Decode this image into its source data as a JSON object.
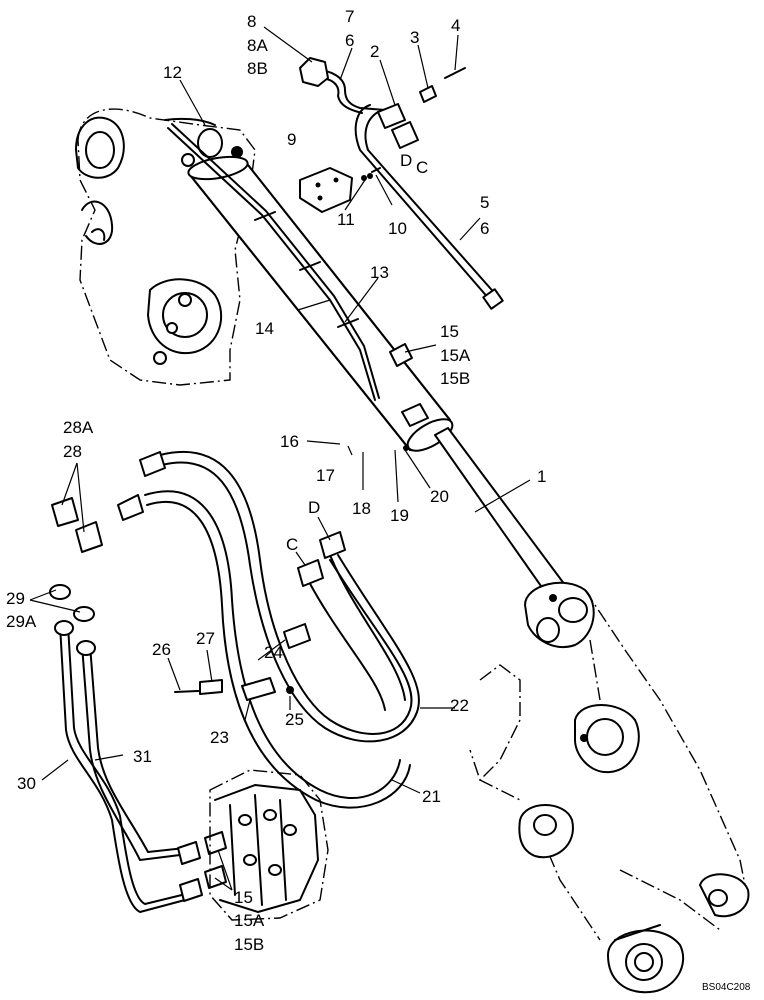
{
  "figure_ref": "BS04C208",
  "callouts": {
    "c1": "1",
    "c2": "2",
    "c3": "3",
    "c4": "4",
    "c5": "5",
    "c6a": "6",
    "c6b": "6",
    "c7": "7",
    "c8": "8",
    "c8A": "8A",
    "c8B": "8B",
    "c9": "9",
    "c10": "10",
    "c11": "11",
    "c12": "12",
    "c13": "13",
    "c14": "14",
    "c15a": "15",
    "c15Aa": "15A",
    "c15Ba": "15B",
    "c15b": "15",
    "c15Ab": "15A",
    "c15Bb": "15B",
    "c16": "16",
    "c17": "17",
    "c18": "18",
    "c19": "19",
    "c20": "20",
    "c21": "21",
    "c22": "22",
    "c23": "23",
    "c24": "24",
    "c25": "25",
    "c26": "26",
    "c27": "27",
    "c28A": "28A",
    "c28": "28",
    "c29": "29",
    "c29A": "29A",
    "c30": "30",
    "c31": "31",
    "cCa": "C",
    "cDa": "D",
    "cCb": "C",
    "cDb": "D"
  }
}
